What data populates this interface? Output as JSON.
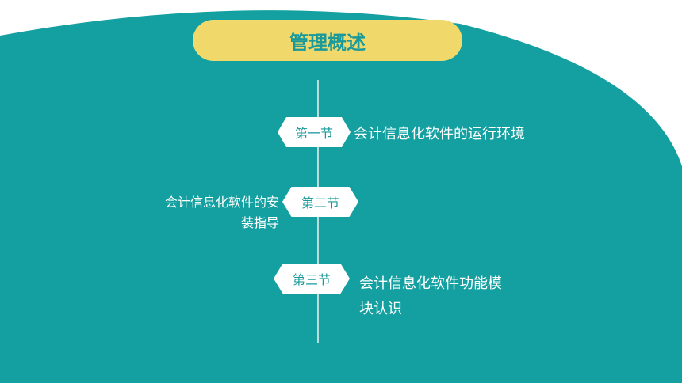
{
  "title": "管理概述",
  "colors": {
    "teal": "#14a0a0",
    "yellow": "#f0d96a",
    "text_on_white": "#1a9a9a"
  },
  "sections": [
    {
      "tag": "第一节",
      "desc_line1": "会计信息化软件的运行环境",
      "desc_line2": ""
    },
    {
      "tag": "第二节",
      "desc_line1": "会计信息化软件的安",
      "desc_line2": "装指导"
    },
    {
      "tag": "第三节",
      "desc_line1": "会计信息化软件功能模",
      "desc_line2": "块认识"
    }
  ]
}
